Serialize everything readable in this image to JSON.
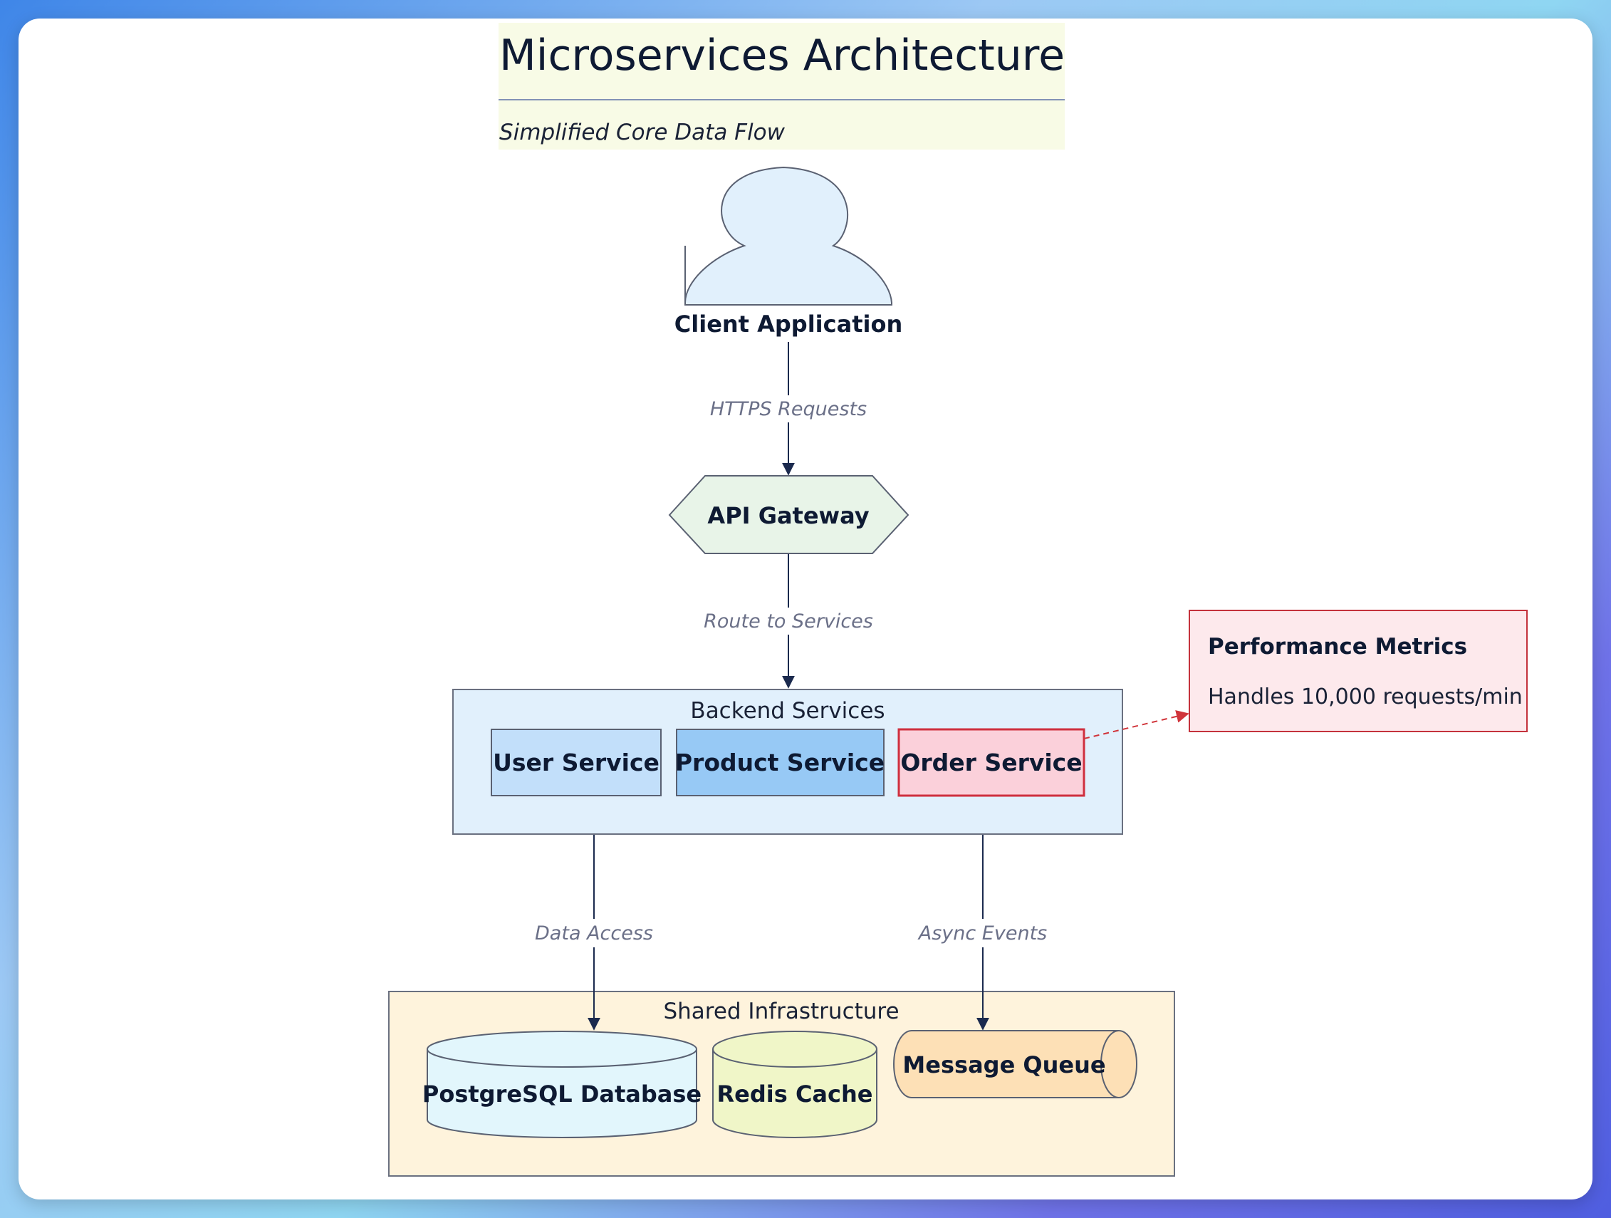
{
  "title": "Microservices Architecture",
  "subtitle": "Simplified Core Data Flow",
  "nodes": {
    "client": {
      "label": "Client Application"
    },
    "gateway": {
      "label": "API Gateway"
    },
    "user_service": {
      "label": "User Service"
    },
    "product_service": {
      "label": "Product Service"
    },
    "order_service": {
      "label": "Order Service"
    },
    "postgres": {
      "label": "PostgreSQL Database"
    },
    "redis": {
      "label": "Redis Cache"
    },
    "queue": {
      "label": "Message Queue"
    }
  },
  "groups": {
    "backend": {
      "label": "Backend Services"
    },
    "infra": {
      "label": "Shared Infrastructure"
    }
  },
  "edges": {
    "client_gateway": {
      "label": "HTTPS Requests"
    },
    "gateway_backend": {
      "label": "Route to Services"
    },
    "backend_postgres": {
      "label": "Data Access"
    },
    "backend_queue": {
      "label": "Async Events"
    }
  },
  "note": {
    "title": "Performance Metrics",
    "body": "Handles 10,000 requests/min"
  },
  "colors": {
    "edge": "#1b2a4e",
    "note_edge": "#d0343a",
    "client_fill": "#e1f0fc",
    "gateway_fill": "#e8f4e8",
    "backend_fill": "#e1f0fc",
    "user_fill": "#c2dffa",
    "product_fill": "#97c9f5",
    "order_fill": "#fbd0da",
    "order_stroke": "#cf2f3e",
    "infra_fill": "#fef3dc",
    "postgres_fill": "#e2f6fc",
    "redis_fill": "#f0f6c8",
    "queue_fill": "#fde0b6",
    "note_fill": "#fde9ec",
    "note_stroke": "#c4323c"
  }
}
